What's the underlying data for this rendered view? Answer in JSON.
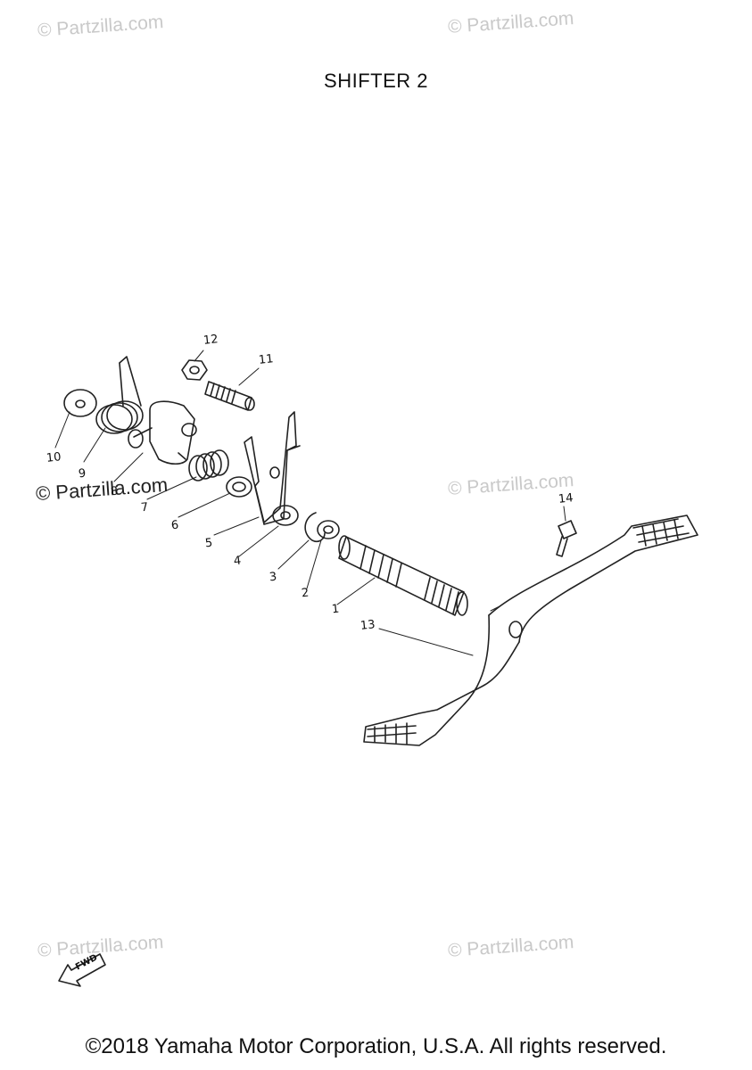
{
  "title": "SHIFTER 2",
  "watermark_text": "© Partzilla.com",
  "copyright": "©2018 Yamaha Motor Corporation, U.S.A. All rights reserved.",
  "fwd_label": "FWD",
  "callouts": {
    "c1": "1",
    "c2": "2",
    "c3": "3",
    "c4": "4",
    "c5": "5",
    "c6": "6",
    "c7": "7",
    "c8": "8",
    "c9": "9",
    "c10": "10",
    "c11": "11",
    "c12": "12",
    "c13": "13",
    "c14": "14"
  }
}
